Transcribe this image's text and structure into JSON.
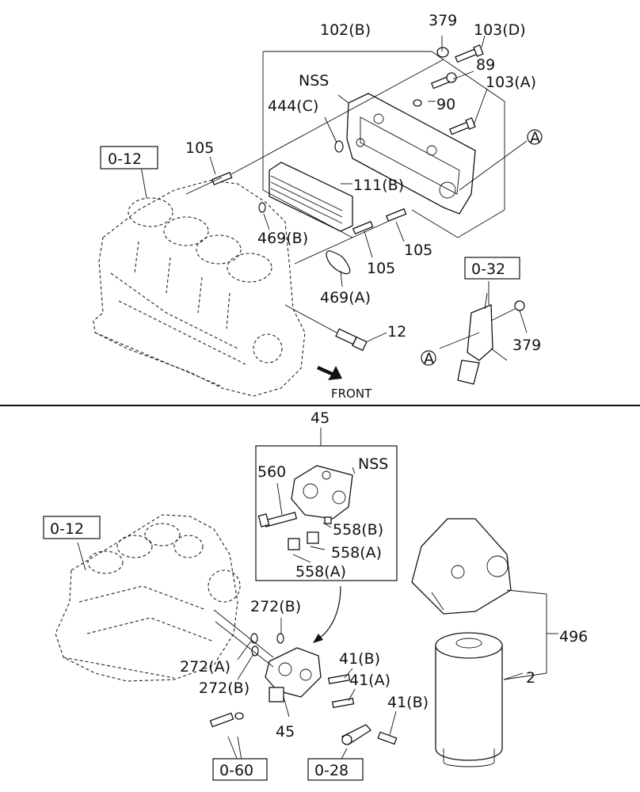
{
  "upper": {
    "labels": {
      "p379": "379",
      "p102b": "102(B)",
      "p103d": "103(D)",
      "p89": "89",
      "pnss": "NSS",
      "p103a": "103(A)",
      "p444c": "444(C)",
      "p90": "90",
      "p105a": "105",
      "p111b": "111(B)",
      "pA1": "A",
      "p469b": "469(B)",
      "p105b": "105",
      "p105c": "105",
      "p469a": "469(A)",
      "p12": "12",
      "p379b": "379",
      "pA2": "A",
      "front": "FRONT"
    },
    "refs": {
      "r012": "0-12",
      "r032": "0-32"
    }
  },
  "lower": {
    "labels": {
      "p45top": "45",
      "p560": "560",
      "pnss": "NSS",
      "p558b": "558(B)",
      "p558a1": "558(A)",
      "p558a2": "558(A)",
      "p272b1": "272(B)",
      "p272a": "272(A)",
      "p272b2": "272(B)",
      "p41b1": "41(B)",
      "p41a": "41(A)",
      "p41b2": "41(B)",
      "p45bot": "45",
      "p496": "496",
      "p2": "2"
    },
    "refs": {
      "r012": "0-12",
      "r060": "0-60",
      "r028": "0-28"
    }
  },
  "icons": [
    "front-arrow-icon"
  ]
}
